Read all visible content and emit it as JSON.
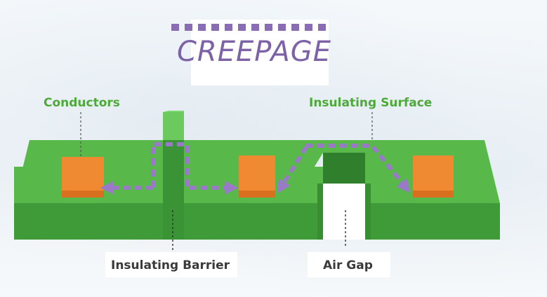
{
  "title": "CREEPAGE",
  "labels": {
    "conductors": "Conductors",
    "insulating_surface": "Insulating Surface",
    "insulating_barrier": "Insulating Barrier",
    "air_gap": "Air Gap"
  },
  "colors": {
    "board_top": "#58b94a",
    "board_front": "#3f9a38",
    "conductor": "#f08a32",
    "path": "#9a7ac8",
    "title": "#7d62a8",
    "label_green": "#4daa3a"
  }
}
